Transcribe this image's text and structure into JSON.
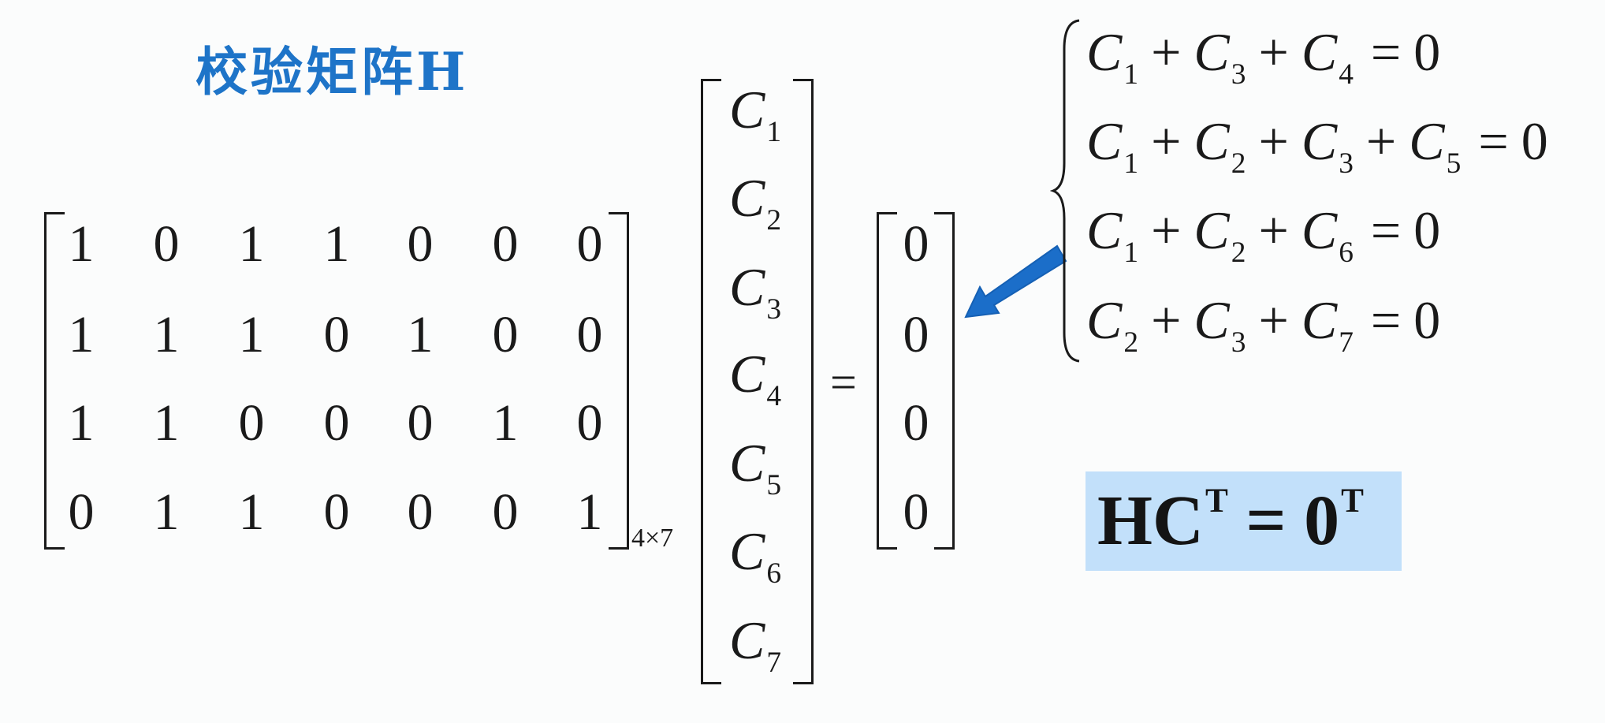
{
  "title": "校验矩阵H",
  "matrix_h": {
    "rows": [
      [
        "1",
        "0",
        "1",
        "1",
        "0",
        "0",
        "0"
      ],
      [
        "1",
        "1",
        "1",
        "0",
        "1",
        "0",
        "0"
      ],
      [
        "1",
        "1",
        "0",
        "0",
        "0",
        "1",
        "0"
      ],
      [
        "0",
        "1",
        "1",
        "0",
        "0",
        "0",
        "1"
      ]
    ],
    "dimension_label": "4×7"
  },
  "codeword_vector": [
    {
      "symbol": "C",
      "index": "1"
    },
    {
      "symbol": "C",
      "index": "2"
    },
    {
      "symbol": "C",
      "index": "3"
    },
    {
      "symbol": "C",
      "index": "4"
    },
    {
      "symbol": "C",
      "index": "5"
    },
    {
      "symbol": "C",
      "index": "6"
    },
    {
      "symbol": "C",
      "index": "7"
    }
  ],
  "equals": "=",
  "zero_vector": [
    "0",
    "0",
    "0",
    "0"
  ],
  "equations": [
    {
      "terms": [
        {
          "s": "C",
          "i": "1"
        },
        {
          "s": "C",
          "i": "3"
        },
        {
          "s": "C",
          "i": "4"
        }
      ],
      "rhs": "0"
    },
    {
      "terms": [
        {
          "s": "C",
          "i": "1"
        },
        {
          "s": "C",
          "i": "2"
        },
        {
          "s": "C",
          "i": "3"
        },
        {
          "s": "C",
          "i": "5"
        }
      ],
      "rhs": "0"
    },
    {
      "terms": [
        {
          "s": "C",
          "i": "1"
        },
        {
          "s": "C",
          "i": "2"
        },
        {
          "s": "C",
          "i": "6"
        }
      ],
      "rhs": "0"
    },
    {
      "terms": [
        {
          "s": "C",
          "i": "2"
        },
        {
          "s": "C",
          "i": "3"
        },
        {
          "s": "C",
          "i": "7"
        }
      ],
      "rhs": "0"
    }
  ],
  "plus": "+",
  "highlight": {
    "lhs": "HC",
    "lhs_sup": "T",
    "eq": "=",
    "rhs": "0",
    "rhs_sup": "T"
  },
  "colors": {
    "title": "#1e74c8",
    "arrow": "#1b6ec9",
    "highlight_bg": "#c2e0fa"
  },
  "icons": {
    "arrow": "arrow-pointing-left-down-icon"
  }
}
